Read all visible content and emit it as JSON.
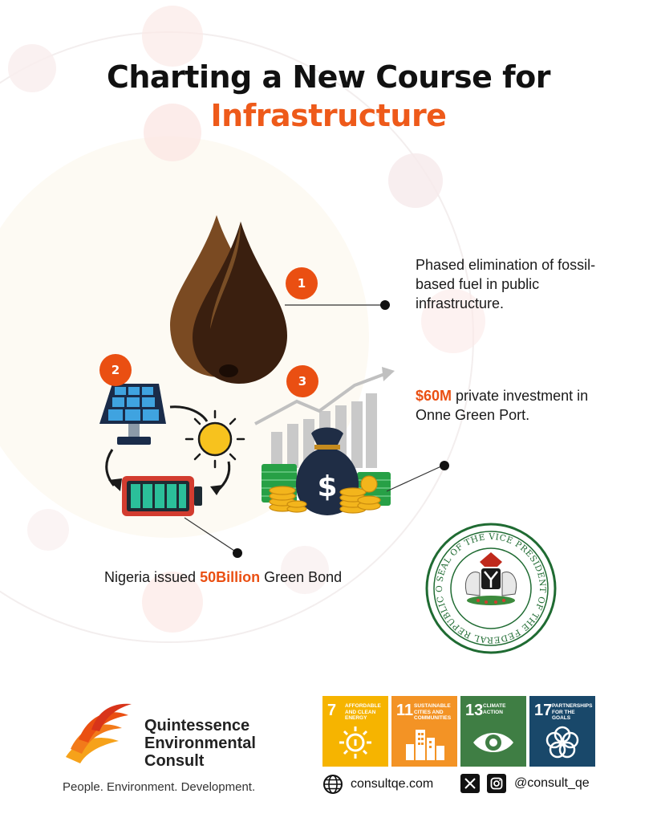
{
  "title": {
    "line1": "Charting a New Course for",
    "line2": "Infrastructure"
  },
  "badges": [
    "1",
    "2",
    "3"
  ],
  "callouts": {
    "c1": {
      "text": "Phased elimination of fossil-based fuel in public infrastructure."
    },
    "c3": {
      "highlight": "$60M",
      "text": " private investment in Onne Green Port."
    },
    "c2": {
      "prefix": "Nigeria issued ",
      "highlight": "50Billion",
      "suffix": " Green Bond"
    }
  },
  "seal": {
    "ring_text": "SEAL OF THE VICE PRESIDENT OF THE FEDERAL REPUBLIC OF NIGERIA"
  },
  "brand": {
    "name_lines": [
      "Quintessence",
      "Environmental",
      "Consult"
    ],
    "tagline": "People. Environment. Development."
  },
  "sdgs": [
    {
      "number": "7",
      "label": "Affordable and clean energy",
      "color": "#f6b400",
      "icon": "sun-icon"
    },
    {
      "number": "11",
      "label": "Sustainable cities and communities",
      "color": "#f39325",
      "icon": "city-icon"
    },
    {
      "number": "13",
      "label": "Climate action",
      "color": "#3f7e44",
      "icon": "eye-earth-icon"
    },
    {
      "number": "17",
      "label": "Partnerships for the goals",
      "color": "#19486a",
      "icon": "flower-rings-icon"
    }
  ],
  "contact": {
    "website": "consultqe.com",
    "handle": "@consult_qe"
  },
  "colors": {
    "accent": "#ea4f12",
    "dark": "#111111"
  }
}
